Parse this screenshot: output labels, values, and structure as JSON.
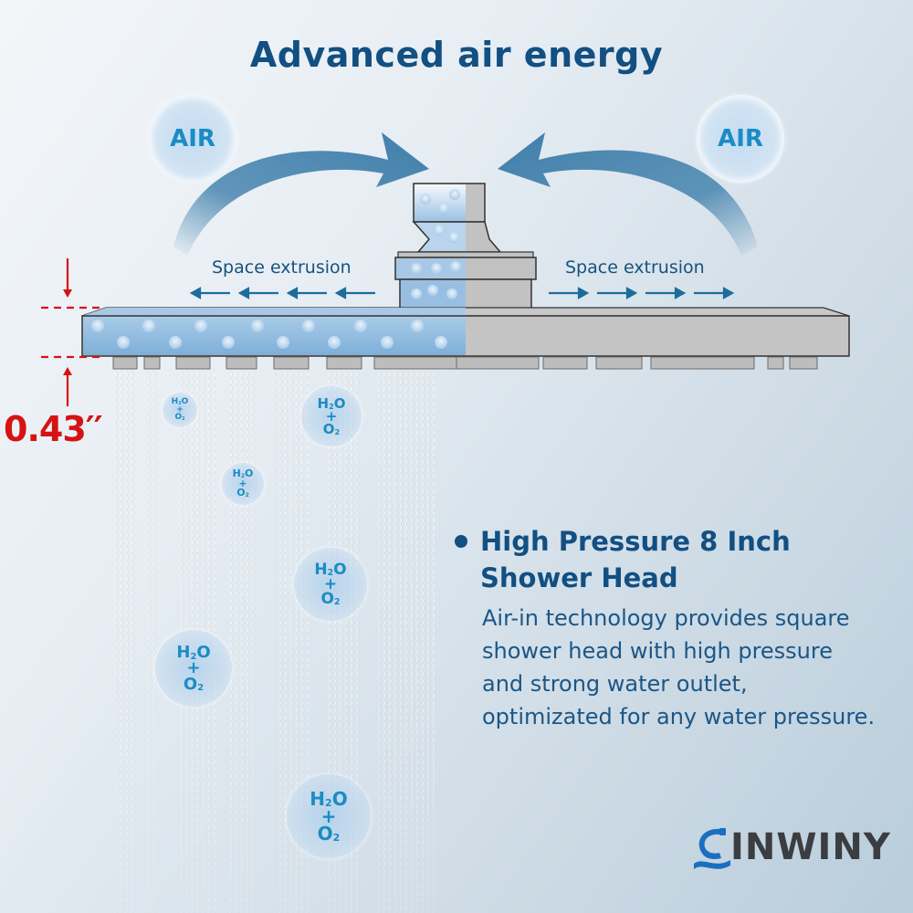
{
  "header": {
    "title": "Advanced air energy"
  },
  "air_labels": [
    "AIR",
    "AIR"
  ],
  "extrusion": {
    "left_label": "Space extrusion",
    "right_label": "Space extrusion",
    "left_arrow_icon": "arrow-left-icon",
    "right_arrow_icon": "arrow-right-icon"
  },
  "dimension": {
    "value": "0.43′′"
  },
  "molecules": [
    {
      "main": "H",
      "sub": "2",
      "tail": "O",
      "plus": "+",
      "o": "O",
      "osub": "2"
    }
  ],
  "feature": {
    "title_line1": "High Pressure 8 Inch",
    "title_line2": "Shower Head",
    "body_lines": [
      "Air-in technology provides square",
      "shower head with high pressure",
      "and strong water outlet,",
      "optimizated for any water pressure."
    ]
  },
  "brand": {
    "name": "INWINY"
  },
  "colors": {
    "title": "#124f82",
    "accent_blue": "#1a8cc4",
    "arrow_blue": "#3f7fab",
    "dimension_red": "#d51313",
    "metal_gray": "#c4c4c4",
    "water_blue": "#8fb8dc"
  }
}
